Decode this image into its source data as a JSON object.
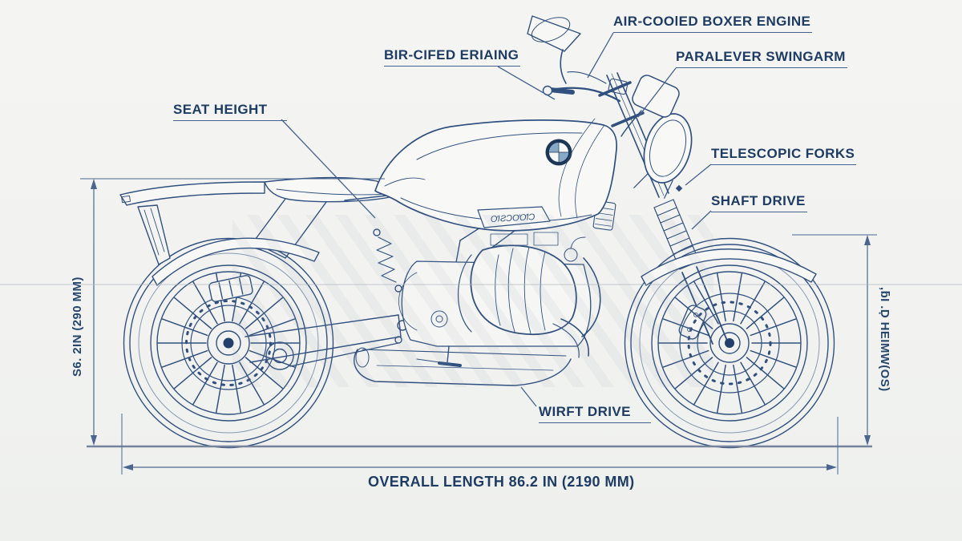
{
  "canvas": {
    "background": "#f2f3f1",
    "line_color": "#31507f",
    "text_color": "#1e3c63",
    "dim_line_color": "#4a6690",
    "ground_color": "#77839a"
  },
  "labels": {
    "air_cooled": "AIR-COOlED BOXER ENGINE",
    "bir_cifed": "BIR-CIFED ERIAING",
    "paralever": "PARALEVER SWINGARM",
    "seat_height": "SEAT HEIGHT",
    "telescopic": "TELESCOPIC FORKS",
    "shaft_drive": "SHAFT DRIVE",
    "wirft_drive": "WIRFT DRIVE"
  },
  "dimensions": {
    "overall_length": "OVERALL LENGTH 86.2 IN (2190 MM)",
    "left_vertical": "S6. 2IN (290 MM)",
    "right_vertical": ",ƃI .Ḑ HEIMW(OS)"
  },
  "badges": {
    "tank_logo": "bmw-roundel",
    "tank_logo_colors": {
      "ring": "#1d3557",
      "light_quadrant": "#86aac6",
      "white_quadrant": "#f5f7f8"
    },
    "side_panel_text": "ƠIƧƆƠƠƖƆ"
  }
}
